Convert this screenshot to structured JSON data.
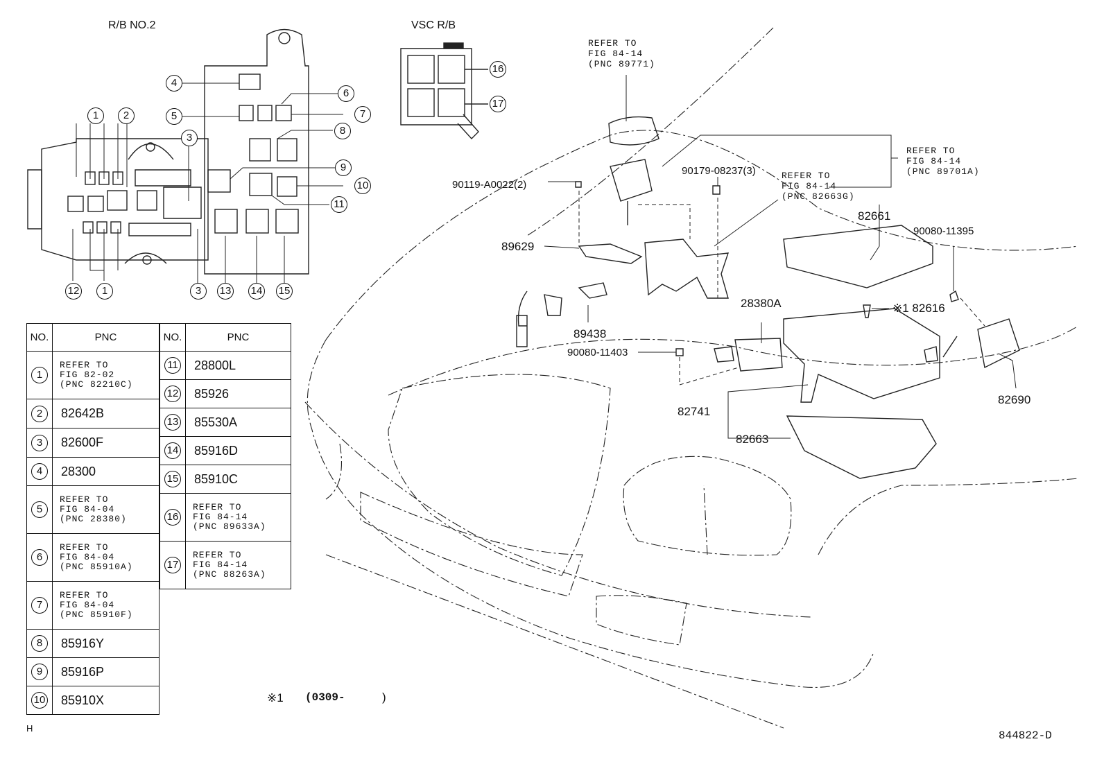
{
  "headers": {
    "rb_no2": "R/B NO.2",
    "vsc_rb": "VSC R/B"
  },
  "callouts_rb": [
    "1",
    "2",
    "3",
    "4",
    "5",
    "6",
    "7",
    "8",
    "9",
    "10",
    "11",
    "12",
    "1",
    "3",
    "13",
    "14",
    "15"
  ],
  "callouts_vsc": [
    "16",
    "17"
  ],
  "refer_notes": {
    "top": [
      "REFER TO",
      "FIG 84-14",
      "(PNC 89771)"
    ],
    "right": [
      "REFER TO",
      "FIG 84-14",
      "(PNC 89701A)"
    ],
    "middle": [
      "REFER TO",
      "FIG 84-14",
      "(PNC 82663G)"
    ]
  },
  "part_labels": {
    "p90119": "90119-A0022(2)",
    "p90179": "90179-08237(3)",
    "p89629": "89629",
    "p89438": "89438",
    "p82661": "82661",
    "p90080_11395": "90080-11395",
    "p28380A": "28380A",
    "p82616": "※1 82616",
    "p90080_11403": "90080-11403",
    "p82741": "82741",
    "p82663": "82663",
    "p82690": "82690"
  },
  "table_left": {
    "header_no": "NO.",
    "header_pnc": "PNC",
    "rows": [
      {
        "no": "1",
        "lines": [
          "REFER TO",
          "FIG 82-02",
          "(PNC 82210C)"
        ]
      },
      {
        "no": "2",
        "value": "82642B"
      },
      {
        "no": "3",
        "value": "82600F"
      },
      {
        "no": "4",
        "value": "28300"
      },
      {
        "no": "5",
        "lines": [
          "REFER TO",
          "FIG 84-04",
          "(PNC 28380)"
        ]
      },
      {
        "no": "6",
        "lines": [
          "REFER TO",
          "FIG 84-04",
          "(PNC 85910A)"
        ]
      },
      {
        "no": "7",
        "lines": [
          "REFER TO",
          "FIG 84-04",
          "(PNC 85910F)"
        ]
      },
      {
        "no": "8",
        "value": "85916Y"
      },
      {
        "no": "9",
        "value": "85916P"
      },
      {
        "no": "10",
        "value": "85910X"
      }
    ]
  },
  "table_right": {
    "header_no": "NO.",
    "header_pnc": "PNC",
    "rows": [
      {
        "no": "11",
        "value": "28800L"
      },
      {
        "no": "12",
        "value": "85926"
      },
      {
        "no": "13",
        "value": "85530A"
      },
      {
        "no": "14",
        "value": "85916D"
      },
      {
        "no": "15",
        "value": "85910C"
      },
      {
        "no": "16",
        "lines": [
          "REFER TO",
          "FIG 84-14",
          "(PNC 89633A)"
        ]
      },
      {
        "no": "17",
        "lines": [
          "REFER TO",
          "FIG 84-14",
          "(PNC 88263A)"
        ]
      }
    ]
  },
  "footnote": {
    "mark": "※1",
    "range": "(0309-",
    "close": ")"
  },
  "corner_h": "H",
  "figure_code": "844822-D"
}
